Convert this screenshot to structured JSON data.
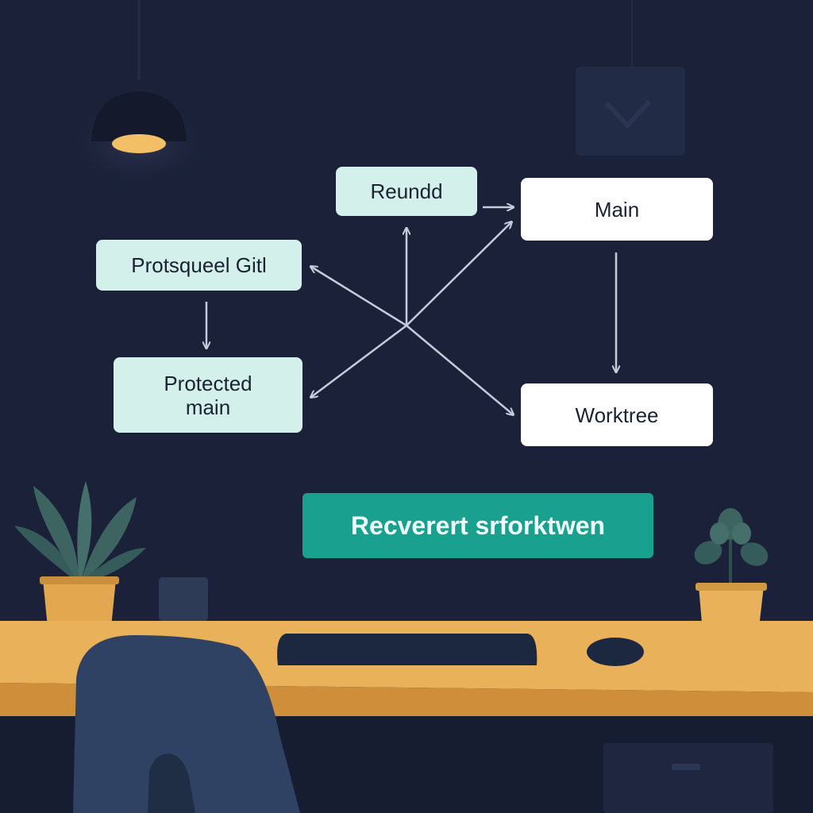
{
  "diagram": {
    "nodes": {
      "reundd": "Reundd",
      "protsqueel": "Protsqueel Gitl",
      "protected_main": "Protected\nmain",
      "main": "Main",
      "worktree": "Worktree"
    },
    "action_button": "Recverert srforktwen"
  },
  "colors": {
    "background": "#1a2139",
    "node_mint": "#d3f1ea",
    "node_white": "#ffffff",
    "accent_teal": "#19a08e",
    "arrow": "#c4cbda",
    "desk": "#e9b15a",
    "plant_leaf": "#3d6461"
  },
  "icons": [
    "lamp-icon",
    "plant-icon",
    "keyboard-icon",
    "mouse-icon",
    "chair-icon"
  ]
}
